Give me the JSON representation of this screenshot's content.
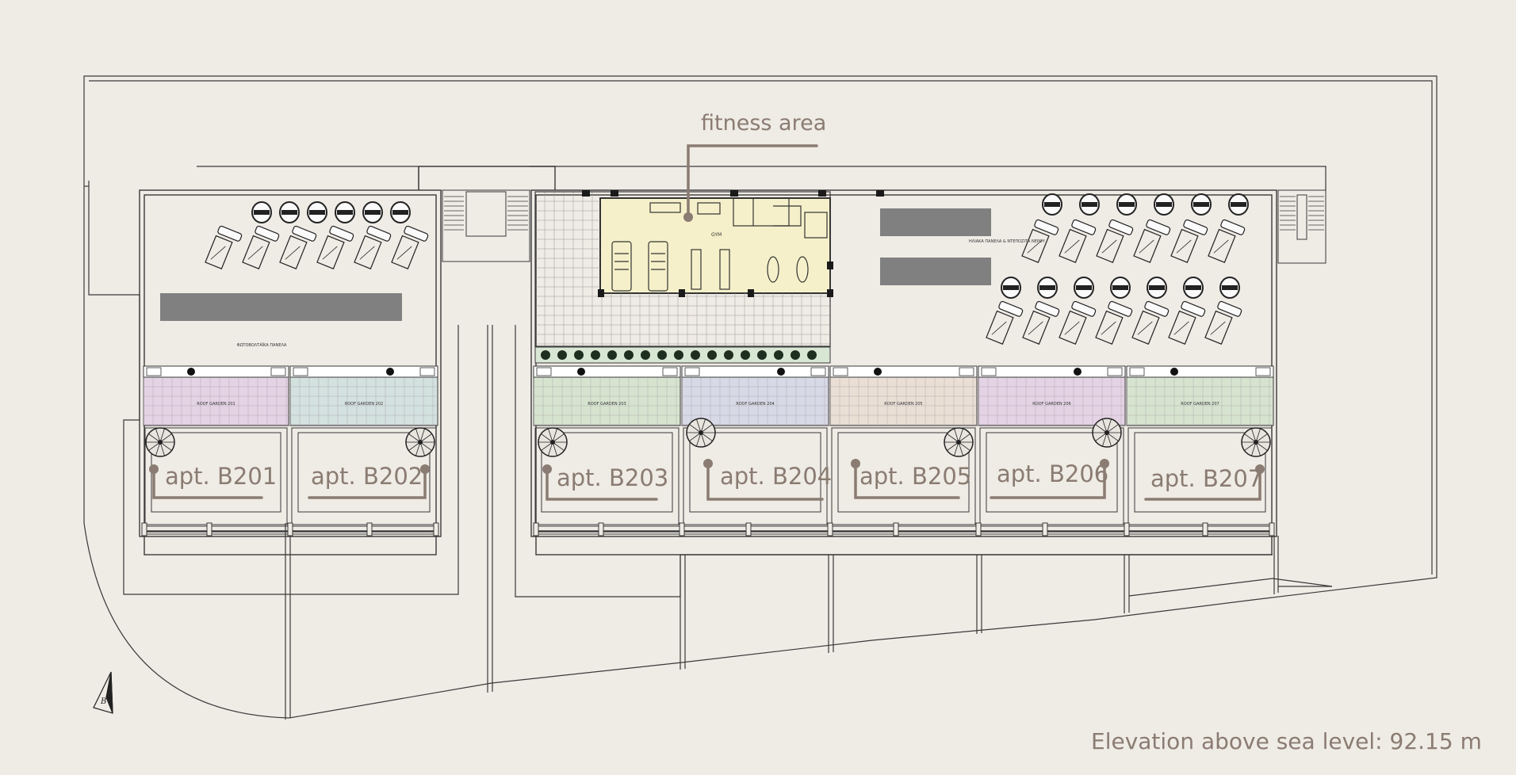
{
  "labels": {
    "fitness": "fitness area",
    "elevation": "Elevation above sea level: 92.15 m"
  },
  "apartments": [
    {
      "id": "B201",
      "label": "apt. B201",
      "garden": "ROOF GARDEN 201",
      "tint": "#e3d3e4"
    },
    {
      "id": "B202",
      "label": "apt. B202",
      "garden": "ROOF GARDEN 202",
      "tint": "#d3e1df"
    },
    {
      "id": "B203",
      "label": "apt. B203",
      "garden": "ROOF GARDEN 203",
      "tint": "#d6e4cf"
    },
    {
      "id": "B204",
      "label": "apt. B204",
      "garden": "ROOF GARDEN 204",
      "tint": "#d8d9e6"
    },
    {
      "id": "B205",
      "label": "apt. B205",
      "garden": "ROOF GARDEN 205",
      "tint": "#eadfd4"
    },
    {
      "id": "B206",
      "label": "apt. B206",
      "garden": "ROOF GARDEN 206",
      "tint": "#e3d3e4"
    },
    {
      "id": "B207",
      "label": "apt. B207",
      "garden": "ROOF GARDEN 207",
      "tint": "#d6e4cf"
    }
  ],
  "plan_text": {
    "gym": "GYM",
    "solar_left": "ΦΩΤΟΒΟΛΤΑΪΚΑ ΠΑΝΕΛΑ",
    "solar_right": "ΗΛΙΑΚΑ ΠΑΝΕΛΑ & ΝΤΕΠΟΖΙΤΑ ΝΕΡΟΥ",
    "north": "B"
  },
  "colors": {
    "background": "#efebe5",
    "line": "#3a3a3a",
    "label": "#8a7c72",
    "gym": "#f5f0c9",
    "panel": "#808080"
  }
}
